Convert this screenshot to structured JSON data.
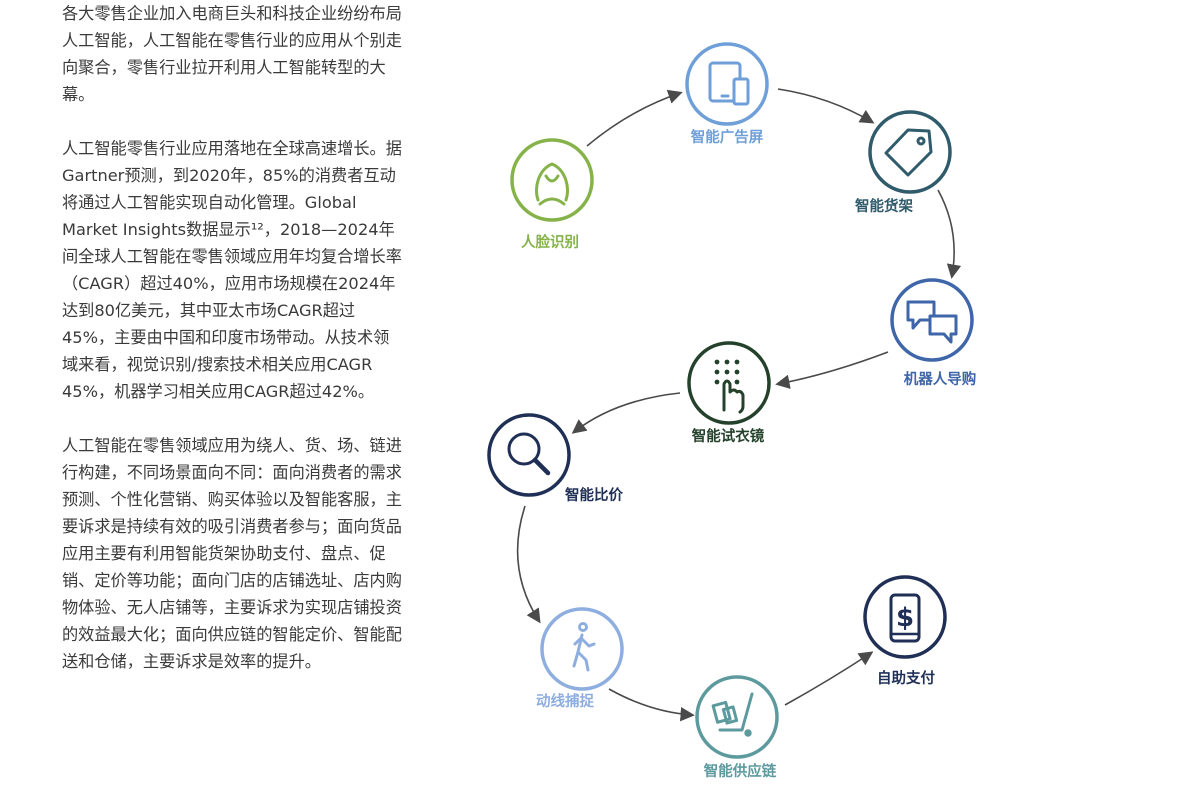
{
  "paragraphs": [
    "各大零售企业加入电商巨头和科技企业纷纷布局人工智能，人工智能在零售行业的应用从个别走向聚合，零售行业拉开利用人工智能转型的大幕。",
    "人工智能零售行业应用落地在全球高速增长。据Gartner预测，到2020年，85%的消费者互动将通过人工智能实现自动化管理。Global Market Insights数据显示¹²，2018—2024年间全球人工智能在零售领域应用年均复合增长率（CAGR）超过40%，应用市场规模在2024年达到80亿美元，其中亚太市场CAGR超过45%，主要由中国和印度市场带动。从技术领域来看，视觉识别/搜索技术相关应用CAGR 45%，机器学习相关应用CAGR超过42%。",
    "人工智能在零售领域应用为绕人、货、场、链进行构建，不同场景面向不同：面向消费者的需求预测、个性化营销、购买体验以及智能客服，主要诉求是持续有效的吸引消费者参与；面向货品应用主要有利用智能货架协助支付、盘点、促销、定价等功能；面向门店的店铺选址、店内购物体验、无人店铺等，主要诉求为实现店铺投资的效益最大化；面向供应链的智能定价、智能配送和仓储，主要诉求是效率的提升。"
  ],
  "nodes": [
    {
      "id": "face",
      "label": "人脸识别",
      "icon": "face-icon",
      "color": "#86b24a"
    },
    {
      "id": "ad",
      "label": "智能广告屏",
      "icon": "tablet-phone-icon",
      "color": "#6f9fd8"
    },
    {
      "id": "shelf",
      "label": "智能货架",
      "icon": "price-tag-icon",
      "color": "#2f5b6b"
    },
    {
      "id": "robot",
      "label": "机器人导购",
      "icon": "chat-bubbles-icon",
      "color": "#3f66a8"
    },
    {
      "id": "fitting",
      "label": "智能试衣镜",
      "icon": "touch-grid-icon",
      "color": "#24412c"
    },
    {
      "id": "compare",
      "label": "智能比价",
      "icon": "magnifier-icon",
      "color": "#1f2f55"
    },
    {
      "id": "motion",
      "label": "动线捕捉",
      "icon": "walking-person-icon",
      "color": "#8eaee0"
    },
    {
      "id": "supply",
      "label": "智能供应链",
      "icon": "cart-icon",
      "color": "#5d9a9e"
    },
    {
      "id": "pay",
      "label": "自助支付",
      "icon": "mobile-payment-icon",
      "color": "#1f2f55"
    }
  ]
}
